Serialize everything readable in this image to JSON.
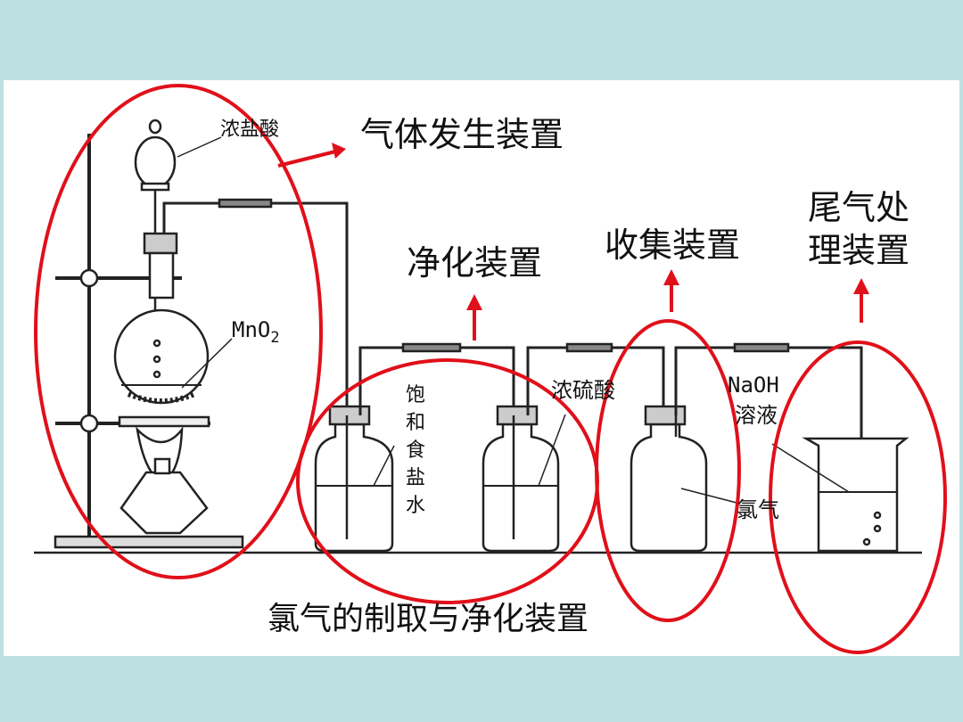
{
  "labels": {
    "hcl": "浓盐酸",
    "mno2_main": "MnO",
    "mno2_sub": "2",
    "brine_chars": [
      "饱",
      "和",
      "食",
      "盐",
      "水"
    ],
    "h2so4": "浓硫酸",
    "naoh_line1": "NaOH",
    "naoh_line2": "溶液",
    "chlorine": "氯气",
    "section_generation": "气体发生装置",
    "section_purification": "净化装置",
    "section_collection": "收集装置",
    "section_tail_line1": "尾气处",
    "section_tail_line2": "理装置",
    "caption": "氯气的制取与净化装置"
  },
  "colors": {
    "background": "#bde0e3",
    "highlight": "#e0101a",
    "apparatus": "#222222"
  }
}
